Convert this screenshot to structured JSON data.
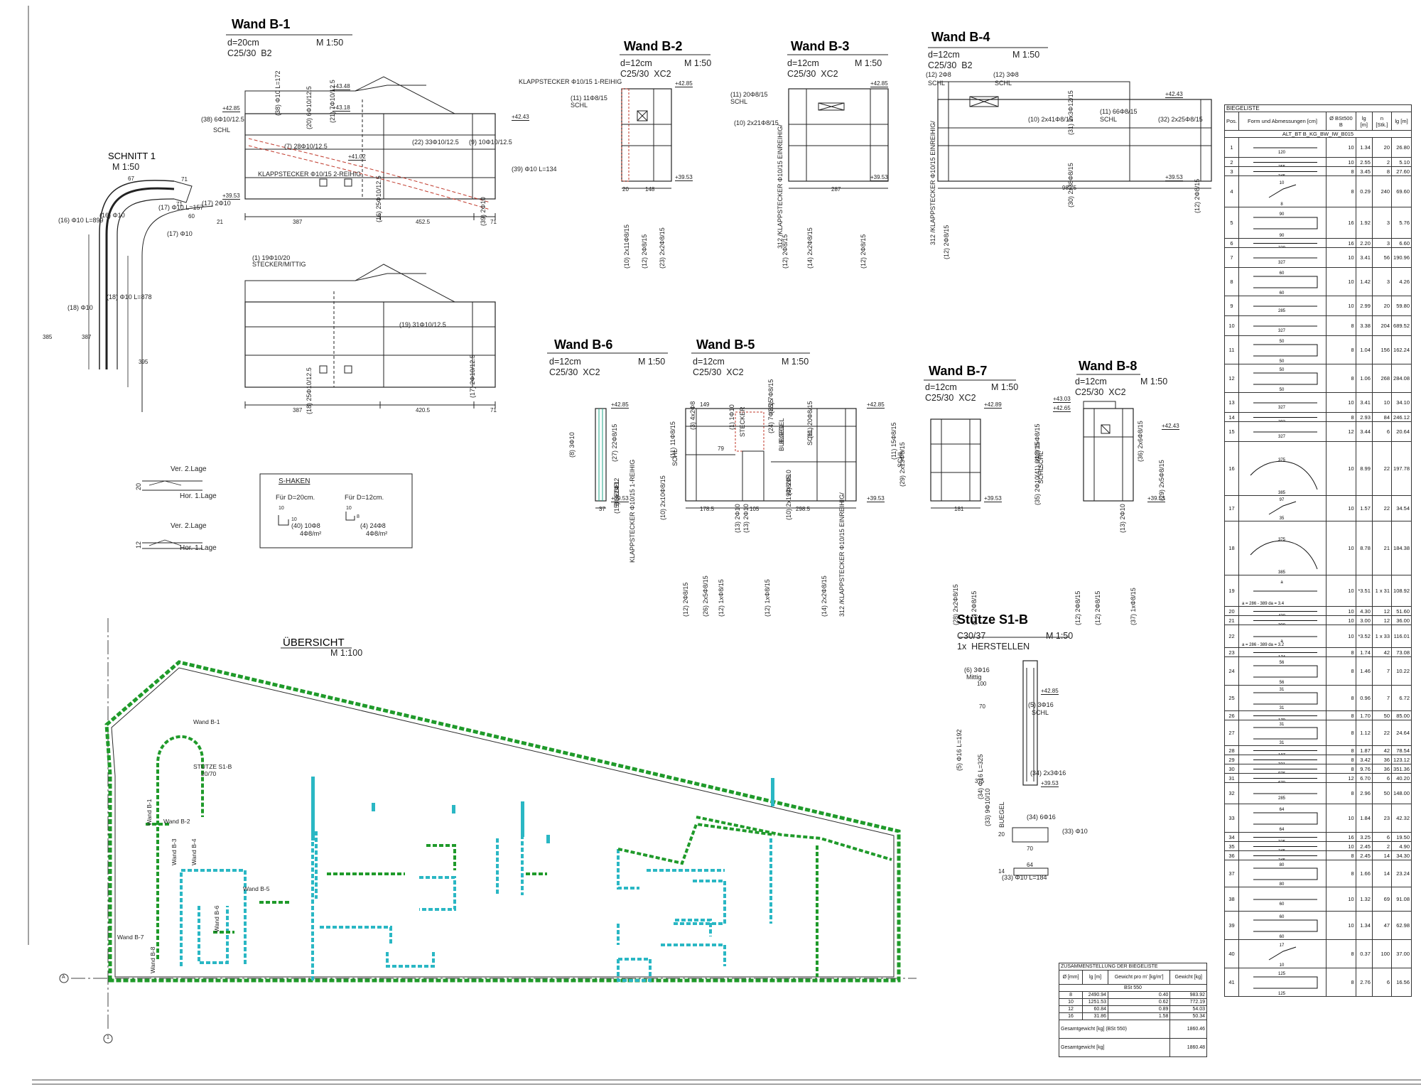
{
  "walls": {
    "b1": {
      "title": "Wand B-1",
      "spec": "d=20cm\nC25/30  B2",
      "scale": "M 1:50",
      "marks": [
        "(38) 6Φ10/12.5",
        "SCHL",
        "(38) Φ10 L=172",
        "(20) 6Φ10/12.5",
        "(21) 7Φ10/12.5",
        "(7) 28Φ10/12.5",
        "(22) 33Φ10/12.5",
        "(9) 10Φ10/12.5",
        "KLAPPSTECKER Φ10/15 2-REIHIG",
        "(39) Φ10 L=134",
        "(17) 2Φ10",
        "(16) 25Φ10/12.5",
        "(39) 2Φ10",
        "(1) 19Φ10/20",
        "STECKER/MITTIG",
        "(19) 31Φ10/12.5",
        "(18) 25Φ10/12.5",
        "(17) 2Φ10/12.5"
      ],
      "levels": [
        "+42.85",
        "+43.48",
        "+43.18",
        "+42.43",
        "+41.02",
        "+39.53"
      ],
      "dims": [
        "387",
        "452.5",
        "71",
        "387",
        "420.5",
        "71"
      ]
    },
    "schnitt": {
      "title": "SCHNITT 1",
      "scale": "M 1:50",
      "dims": [
        "67",
        "71",
        "71",
        "21",
        "60",
        "385",
        "387",
        "395"
      ],
      "marks": [
        "(16) Φ10 L=899",
        "(16) Φ10",
        "(18) Φ10",
        "(18) Φ10 L=878",
        "(17) Φ10",
        "(17) Φ10 L=157"
      ]
    },
    "b2": {
      "title": "Wand B-2",
      "spec": "d=12cm\nC25/30  XC2",
      "scale": "M 1:50",
      "marks": [
        "KLAPPSTECKER Φ10/15 1-REIHIG",
        "(11) 11Φ8/15",
        "SCHL",
        "(10) 2x11Φ8/15",
        "(12) 2Φ8/15",
        "(23) 2x2Φ8/15",
        "(12) 2Φ8/15"
      ],
      "levels": [
        "+42.85",
        "+39.53"
      ],
      "dims": [
        "20",
        "148"
      ]
    },
    "b3": {
      "title": "Wand B-3",
      "spec": "d=12cm\nC25/30  XC2",
      "scale": "M 1:50",
      "marks": [
        "(11) 20Φ8/15",
        "SCHL",
        "(10) 2x21Φ8/15",
        "(12) 2Φ8/15",
        "(14) 2x2Φ8/15",
        "(12) 2Φ8/15",
        "312 /KLAPPSTECKER Φ10/15 EINREIHIG/"
      ],
      "levels": [
        "+42.85",
        "+39.53"
      ],
      "dims": [
        "287"
      ]
    },
    "b4": {
      "title": "Wand B-4",
      "spec": "d=12cm\nC25/30  B2",
      "scale": "M 1:50",
      "marks": [
        "(12) 2Φ8",
        "SCHL",
        "(12) 3Φ8",
        "SCHL",
        "(31) 2x3Φ12/15",
        "(11) 66Φ8/15",
        "SCHL",
        "(10) 2x41Φ8/15",
        "(32) 2x25Φ8/15",
        "(30) 2x38Φ8/15",
        "(12) 2Φ8/15",
        "(12) 2Φ8/15",
        "312 /KLAPPSTECKER Φ10/15 EINREIHIG/"
      ],
      "levels": [
        "+42.43",
        "+39.53"
      ],
      "dims": [
        "982.5"
      ]
    },
    "b6": {
      "title": "Wand B-6",
      "spec": "d=12cm\nC25/30  XC2",
      "scale": "M 1:50",
      "marks": [
        "(8) 3Φ10",
        "(27) 22Φ8/15",
        "BUEGEL",
        "(15) 3x2Φ12"
      ],
      "levels": [
        "+42.85",
        "+39.53"
      ],
      "dims": [
        "37"
      ]
    },
    "b5": {
      "title": "Wand B-5",
      "spec": "d=12cm\nC25/30  XC2",
      "scale": "M 1:50",
      "marks": [
        "(3) 4x2Φ8",
        "(1) 1Φ10",
        "STECKER",
        "(25) 7Φ8/15",
        "BUEGEL",
        "(24) 7Φ8/15",
        "BUEGEL",
        "(11) 20Φ8/15",
        "SCHL",
        "(11) 11Φ8/15",
        "SCHL",
        "(2) 2Φ10",
        "(10) 2x10Φ8/15",
        "(13) 2Φ10",
        "(13) 2Φ10",
        "(10) 2x19Φ8/15",
        "KLAPPSTECKER Φ10/15 1-REIHIG",
        "(12) 2Φ8/15",
        "(26) 2x5Φ8/15",
        "(12) 1xΦ8/15",
        "(12) 1xΦ8/15",
        "(14) 2x2Φ8/15",
        "312 /KLAPPSTECKER Φ10/15 EINREIHIG/"
      ],
      "levels": [
        "+42.85",
        "+39.53"
      ],
      "dims": [
        "149",
        "79",
        "178.5",
        "105",
        "298.5"
      ]
    },
    "b7": {
      "title": "Wand B-7",
      "spec": "d=12cm\nC25/30  XC2",
      "scale": "M 1:50",
      "marks": [
        "(11) 15Φ8/15",
        "SCHL",
        "(29) 2x13Φ8/15",
        "(28) 2x2Φ8/15",
        "(12) 2Φ8/15"
      ],
      "levels": [
        "+42.89",
        "+39.53"
      ],
      "dims": [
        "181"
      ]
    },
    "b8": {
      "title": "Wand B-8",
      "spec": "d=12cm\nC25/30  XC2",
      "scale": "M 1:50",
      "marks": [
        "(11) 15Φ8/15",
        "SCHL",
        "(41) 6Φ8/15",
        "SCHL",
        "(35) 2Φ10",
        "(36) 2x6Φ8/15",
        "(29) 2x5Φ8/15",
        "(13) 2Φ10",
        "(12) 2Φ8/15",
        "(37) 1xΦ8/15",
        "(12) 2Φ8/15"
      ],
      "levels": [
        "+43.03",
        "+42.65",
        "+42.43",
        "+39.53"
      ],
      "dims": []
    },
    "s1b": {
      "title": "Stütze S1-B",
      "spec": "C30/37\n1x  HERSTELLEN",
      "scale": "M 1:50",
      "marks": [
        "(6) 3Φ16",
        "Mittig",
        "(5) 3Φ16",
        "SCHL",
        "(5) Φ16 L=192",
        "(34) Φ16 L=325",
        "BUEGEL",
        "(33) 9Φ10/10",
        "(34) 2x3Φ16",
        "(34) 6Φ16",
        "(33) Φ10",
        "(33) Φ10 L=184"
      ],
      "levels": [
        "+42.85",
        "+39.53"
      ],
      "dims": [
        "100",
        "70",
        "375",
        "20",
        "70",
        "64",
        "14"
      ]
    }
  },
  "legend": {
    "layers": [
      "Ver. 2.Lage",
      "Hor. 1.Lage",
      "Ver. 2.Lage",
      "Hor. 1.Lage"
    ],
    "dims": [
      "20",
      "12"
    ],
    "shaken_title": "S-HAKEN",
    "shaken_a": "Für D=20cm.",
    "shaken_b": "Für D=12cm.",
    "shaken_a_mark": "(40) 10Φ8",
    "shaken_a_unit": "4Φ8/m²",
    "shaken_b_mark": "(4) 24Φ8",
    "shaken_b_unit": "4Φ8/m²",
    "shaken_dims": [
      "10",
      "10",
      "10",
      "8"
    ]
  },
  "plan": {
    "title": "ÜBERSICHT",
    "scale": "M 1:100",
    "labels": [
      "Wand B-1",
      "STÜTZE S1-B",
      "20/70",
      "Wand B-1",
      "Wand B-2",
      "Wand B-3",
      "Wand B-4",
      "Wand B-6",
      "Wand B-5",
      "Wand B-7",
      "Wand B-8"
    ],
    "axis_a": "A",
    "axis_1": "1",
    "colors": {
      "green": "#1f9a2a",
      "cyan": "#2ab7c4",
      "outline": "#2a2a2a"
    }
  },
  "biegeliste": {
    "title": "BIEGELISTE",
    "headers": [
      "Pos.",
      "Form und Abmessungen [cm]",
      "Ø BSt500 B",
      "lg [m]",
      "n [Stk.]",
      "lg [m]"
    ],
    "subtitle": "ALT_BT B_KG_BW_IW_B015",
    "rows": [
      {
        "pos": "1",
        "dim": "120",
        "dim2": "",
        "d": "10",
        "lg": "1.34",
        "n": "20",
        "tot": "26.80"
      },
      {
        "pos": "2",
        "dim": "255",
        "dim2": "",
        "d": "10",
        "lg": "2.55",
        "n": "2",
        "tot": "5.10"
      },
      {
        "pos": "3",
        "dim": "345",
        "dim2": "",
        "d": "8",
        "lg": "3.45",
        "n": "8",
        "tot": "27.60"
      },
      {
        "pos": "4",
        "dim": "10",
        "dim2": "8",
        "d": "8",
        "lg": "0.29",
        "n": "240",
        "tot": "69.60"
      },
      {
        "pos": "5",
        "dim": "90",
        "dim2": "90",
        "d": "16",
        "lg": "1.92",
        "n": "3",
        "tot": "5.76"
      },
      {
        "pos": "6",
        "dim": "220",
        "dim2": "",
        "d": "16",
        "lg": "2.20",
        "n": "3",
        "tot": "6.60"
      },
      {
        "pos": "7",
        "dim": "327",
        "dim2": "",
        "d": "10",
        "lg": "3.41",
        "n": "56",
        "tot": "190.96"
      },
      {
        "pos": "8",
        "dim": "60",
        "dim2": "60",
        "d": "10",
        "lg": "1.42",
        "n": "3",
        "tot": "4.26"
      },
      {
        "pos": "9",
        "dim": "285",
        "dim2": "",
        "d": "10",
        "lg": "2.99",
        "n": "20",
        "tot": "59.80"
      },
      {
        "pos": "10",
        "dim": "327",
        "dim2": "",
        "d": "8",
        "lg": "3.38",
        "n": "204",
        "tot": "689.52"
      },
      {
        "pos": "11",
        "dim": "50",
        "dim2": "50",
        "d": "8",
        "lg": "1.04",
        "n": "156",
        "tot": "162.24"
      },
      {
        "pos": "12",
        "dim": "50",
        "dim2": "50",
        "d": "8",
        "lg": "1.06",
        "n": "268",
        "tot": "284.08"
      },
      {
        "pos": "13",
        "dim": "327",
        "dim2": "",
        "d": "10",
        "lg": "3.41",
        "n": "10",
        "tot": "34.10"
      },
      {
        "pos": "14",
        "dim": "293",
        "dim2": "",
        "d": "8",
        "lg": "2.93",
        "n": "84",
        "tot": "246.12"
      },
      {
        "pos": "15",
        "dim": "327",
        "dim2": "",
        "d": "12",
        "lg": "3.44",
        "n": "6",
        "tot": "20.64"
      },
      {
        "pos": "16",
        "dim": "375",
        "dim2": "385",
        "d": "10",
        "lg": "8.99",
        "n": "22",
        "tot": "197.78"
      },
      {
        "pos": "17",
        "dim": "97",
        "dim2": "35",
        "d": "10",
        "lg": "1.57",
        "n": "22",
        "tot": "34.54"
      },
      {
        "pos": "18",
        "dim": "375",
        "dim2": "385",
        "d": "10",
        "lg": "8.78",
        "n": "21",
        "tot": "184.38"
      },
      {
        "pos": "19",
        "dim": "a",
        "dim2": "a = 286 - 389 da = 3.4",
        "d": "10",
        "lg": "*3.51",
        "n": "1 x 31",
        "tot": "108.92"
      },
      {
        "pos": "20",
        "dim": "430",
        "dim2": "",
        "d": "10",
        "lg": "4.30",
        "n": "12",
        "tot": "51.60"
      },
      {
        "pos": "21",
        "dim": "300",
        "dim2": "",
        "d": "10",
        "lg": "3.00",
        "n": "12",
        "tot": "36.00"
      },
      {
        "pos": "22",
        "dim": "a",
        "dim2": "a = 286 - 389 da = 3.2",
        "d": "10",
        "lg": "*3.52",
        "n": "1 x 33",
        "tot": "116.01"
      },
      {
        "pos": "23",
        "dim": "174",
        "dim2": "",
        "d": "8",
        "lg": "1.74",
        "n": "42",
        "tot": "73.08"
      },
      {
        "pos": "24",
        "dim": "56",
        "dim2": "56",
        "d": "8",
        "lg": "1.46",
        "n": "7",
        "tot": "10.22"
      },
      {
        "pos": "25",
        "dim": "31",
        "dim2": "31",
        "d": "8",
        "lg": "0.96",
        "n": "7",
        "tot": "6.72"
      },
      {
        "pos": "26",
        "dim": "170",
        "dim2": "",
        "d": "8",
        "lg": "1.70",
        "n": "50",
        "tot": "85.00"
      },
      {
        "pos": "27",
        "dim": "31",
        "dim2": "31",
        "d": "8",
        "lg": "1.12",
        "n": "22",
        "tot": "24.64"
      },
      {
        "pos": "28",
        "dim": "187",
        "dim2": "",
        "d": "8",
        "lg": "1.87",
        "n": "42",
        "tot": "78.54"
      },
      {
        "pos": "29",
        "dim": "331",
        "dim2": "",
        "d": "8",
        "lg": "3.42",
        "n": "36",
        "tot": "123.12"
      },
      {
        "pos": "30",
        "dim": "976",
        "dim2": "",
        "d": "8",
        "lg": "9.76",
        "n": "36",
        "tot": "351.36"
      },
      {
        "pos": "31",
        "dim": "670",
        "dim2": "",
        "d": "12",
        "lg": "6.70",
        "n": "6",
        "tot": "40.20"
      },
      {
        "pos": "32",
        "dim": "285",
        "dim2": "",
        "d": "8",
        "lg": "2.96",
        "n": "50",
        "tot": "148.00"
      },
      {
        "pos": "33",
        "dim": "64",
        "dim2": "64",
        "d": "10",
        "lg": "1.84",
        "n": "23",
        "tot": "42.32"
      },
      {
        "pos": "34",
        "dim": "325",
        "dim2": "",
        "d": "16",
        "lg": "3.25",
        "n": "6",
        "tot": "19.50"
      },
      {
        "pos": "35",
        "dim": "245",
        "dim2": "",
        "d": "10",
        "lg": "2.45",
        "n": "2",
        "tot": "4.90"
      },
      {
        "pos": "36",
        "dim": "245",
        "dim2": "",
        "d": "8",
        "lg": "2.45",
        "n": "14",
        "tot": "34.30"
      },
      {
        "pos": "37",
        "dim": "80",
        "dim2": "80",
        "d": "8",
        "lg": "1.66",
        "n": "14",
        "tot": "23.24"
      },
      {
        "pos": "38",
        "dim": "60",
        "dim2": "",
        "d": "10",
        "lg": "1.32",
        "n": "69",
        "tot": "91.08"
      },
      {
        "pos": "39",
        "dim": "60",
        "dim2": "60",
        "d": "10",
        "lg": "1.34",
        "n": "47",
        "tot": "62.98"
      },
      {
        "pos": "40",
        "dim": "17",
        "dim2": "10",
        "d": "8",
        "lg": "0.37",
        "n": "100",
        "tot": "37.00"
      },
      {
        "pos": "41",
        "dim": "125",
        "dim2": "125",
        "d": "8",
        "lg": "2.76",
        "n": "6",
        "tot": "16.56"
      }
    ]
  },
  "zusammenstellung": {
    "title": "ZUSAMMENSTELLUNG DER BIEGELISTE",
    "headers": [
      "Ø [mm]",
      "lg [m]",
      "Gewicht pro m' [kg/m']",
      "Gewicht [kg]"
    ],
    "steel": "BSt 550",
    "rows": [
      {
        "d": "8",
        "lg": "2490.94",
        "gpm": "0.40",
        "g": "983.92"
      },
      {
        "d": "10",
        "lg": "1251.53",
        "gpm": "0.62",
        "g": "772.19"
      },
      {
        "d": "12",
        "lg": "60.84",
        "gpm": "0.89",
        "g": "54.03"
      },
      {
        "d": "16",
        "lg": "31.86",
        "gpm": "1.58",
        "g": "50.34"
      }
    ],
    "total1_label": "Gesamtgewicht [kg] (BSt 550)",
    "total1": "1860.46",
    "total2_label": "Gesamtgewicht [kg]",
    "total2": "1860.48"
  }
}
